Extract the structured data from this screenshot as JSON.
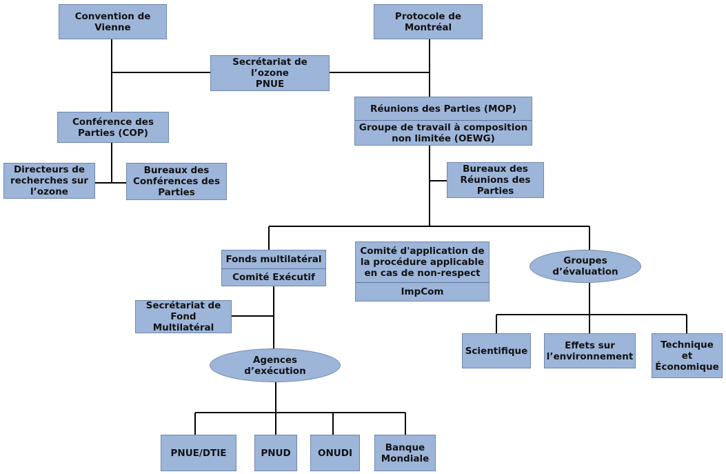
{
  "colors": {
    "box_fill": "#9db5d9",
    "box_border": "#6f86ad",
    "connector": "#000000"
  },
  "nodes": {
    "vienna": "Convention de\nVienne",
    "montreal": "Protocole de\nMontréal",
    "ozone_secretariat": "Secrétariat de l’ozone\nPNUE",
    "cop": "Conférence des\nParties (COP)",
    "ozone_research_managers": "Directeurs de\nrecherches sur\nl’ozone",
    "cop_bureau": "Bureaux des\nConférences des\nParties",
    "mop": "Réunions des Parties (MOP)",
    "oewg": "Groupe de travail à composition\nnon limitée (OEWG)",
    "mop_bureau": "Bureaux des\nRéunions des\nParties",
    "multilateral_fund": "Fonds multilatéral",
    "executive_committee": "Comité Exécutif",
    "implementation_committee": "Comité d'application de\nla procédure applicable\nen cas de non-respect",
    "impcom": "ImpCom",
    "assessment_panels": "Groupes\nd’évaluation",
    "fund_secretariat": "Secrétariat de\nFond Multilatéral",
    "implementing_agencies": "Agences\nd’exécution",
    "scientific": "Scientifique",
    "environmental_effects": "Effets sur\nl’environnement",
    "technology_economic": "Technique et\nÉconomique",
    "unep_dtie": "PNUE/DTIE",
    "undp": "PNUD",
    "unido": "ONUDI",
    "world_bank": "Banque\nMondiale"
  }
}
